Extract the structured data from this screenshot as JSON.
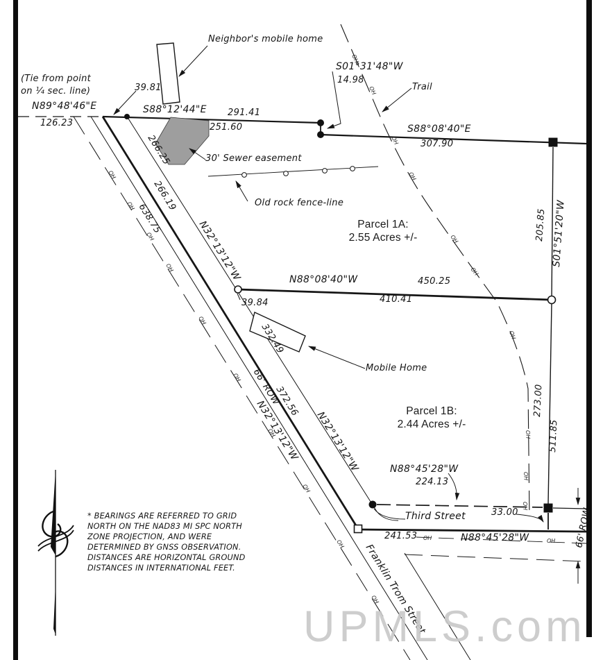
{
  "drawing": {
    "tie": {
      "note1": "(Tie from point",
      "note2": "on ¼ sec. line)",
      "bearing": "N89°48'46\"E",
      "distance": "126.23"
    },
    "north_line": {
      "bearing": "S88°12'44\"E",
      "total": "291.41",
      "partial": "251.60",
      "tie_offset": "39.81"
    },
    "neighbor_home": "Neighbor's mobile home",
    "sewer_easement": {
      "label": "30' Sewer easement",
      "distance": "266.25"
    },
    "fence": "Old rock fence-line",
    "jog": {
      "bearing": "S01°31'48\"W",
      "distance": "14.98"
    },
    "trail": "Trail",
    "northeast_line": {
      "bearing": "S88°08'40\"E",
      "distance": "307.90"
    },
    "east_line_upper": {
      "distance": "205.85",
      "bearing": "S01°51'20\"W"
    },
    "parcel_1a": {
      "name": "Parcel 1A:",
      "area": "2.55 Acres +/-"
    },
    "middle_line": {
      "bearing": "N88°08'40\"W",
      "total": "450.25",
      "partial": "410.41",
      "offset": "39.84"
    },
    "road": {
      "dist1": "266.19",
      "dist2": "638.75",
      "bearing": "N32°13'12\"W",
      "row": "66' ROW",
      "dist3": "372.56",
      "frontage": "332.49"
    },
    "mobile_home": "Mobile Home",
    "parcel_1b": {
      "name": "Parcel 1B:",
      "area": "2.44 Acres +/-"
    },
    "east_line_lower": {
      "partial": "273.00",
      "total": "511.85"
    },
    "south_line_upper": {
      "bearing": "N88°45'28\"W",
      "distance": "224.13"
    },
    "third_street": {
      "name": "Third Street",
      "half_row": "33.00",
      "row": "66' ROW"
    },
    "south_line_lower": {
      "distance": "241.53",
      "bearing": "N88°45'28\"W"
    },
    "franklin_street": "Franklin Trom Street",
    "marker_oh": "OH",
    "notes": {
      "line1": "* BEARINGS ARE REFERRED TO GRID",
      "line2": "NORTH ON THE NAD83 MI SPC NORTH",
      "line3": "ZONE PROJECTION, AND WERE",
      "line4": "DETERMINED BY GNSS OBSERVATION.",
      "line5": "DISTANCES ARE HORIZONTAL GROUND",
      "line6": "DISTANCES IN INTERNATIONAL FEET."
    },
    "watermark": "UPMLS.com"
  }
}
